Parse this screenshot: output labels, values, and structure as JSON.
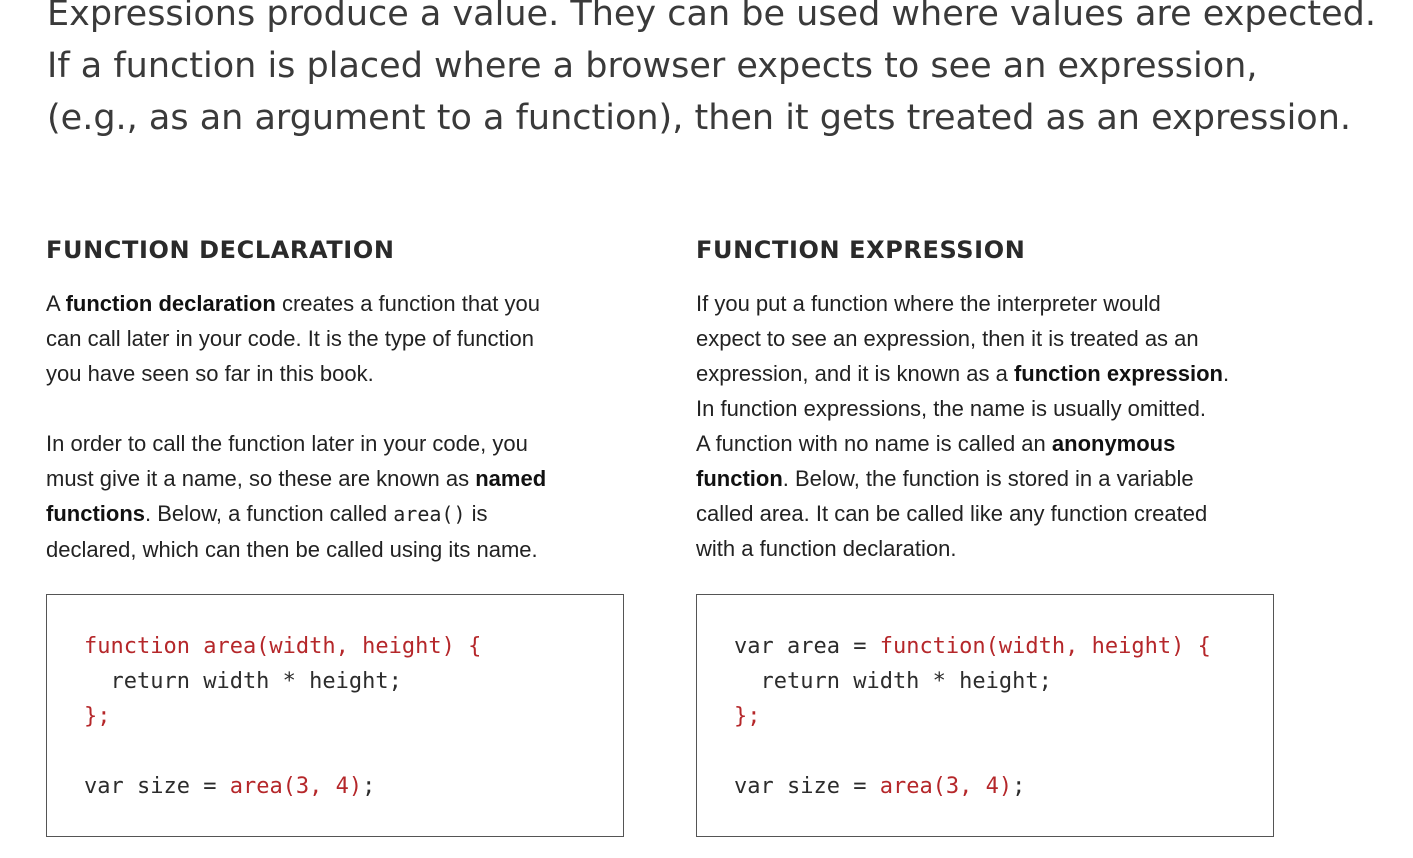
{
  "intro": {
    "lines": [
      "Expressions produce a value. They can be used where values are expected.",
      "If a function is placed where a browser expects to see an expression,",
      "(e.g., as an argument to a function), then it gets treated as an expression."
    ]
  },
  "left": {
    "heading": "FUNCTION DECLARATION",
    "p1": {
      "l1_a": "A ",
      "l1_b": "function declaration",
      "l1_c": " creates a function that you",
      "l2": "can call later in your code. It is the type of function",
      "l3": "you have seen so far in this book."
    },
    "p2": {
      "l1": "In order to call the function later in your code, you",
      "l2_a": "must give it a name, so these are known as ",
      "l2_b": "named",
      "l3_a": "functions",
      "l3_b": ". Below, a function called ",
      "l3_c": "area()",
      "l3_d": " is",
      "l4": "declared, which can then be called using its name."
    },
    "code": {
      "l1_a": "function area(width, height) {",
      "l2_a": "  return width * height;",
      "l3_a": "};",
      "l5_a": "var size = ",
      "l5_b": "area(3, 4)",
      "l5_c": ";"
    }
  },
  "right": {
    "heading": "FUNCTION EXPRESSION",
    "p": {
      "l1": "If you put a function where the interpreter would",
      "l2": "expect to see an expression, then it is treated as an",
      "l3_a": "expression, and it is known as a ",
      "l3_b": "function expression",
      "l3_c": ".",
      "l4": "In function expressions, the name is usually omitted.",
      "l5_a": "A function with no name is called an ",
      "l5_b": "anonymous",
      "l6_a": "function",
      "l6_b": ". Below, the function is stored in a variable",
      "l7": "called area. It can be called like any function created",
      "l8": "with a function declaration."
    },
    "code": {
      "l1_a": "var area = ",
      "l1_b": "function(width, height) {",
      "l2_a": "  return width * height;",
      "l3_a": "};",
      "l5_a": "var size = ",
      "l5_b": "area(3, 4)",
      "l5_c": ";"
    }
  }
}
